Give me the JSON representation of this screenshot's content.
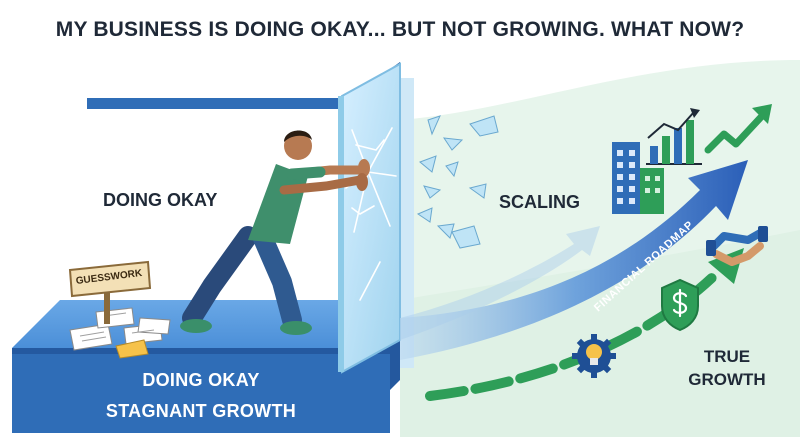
{
  "headline": "MY BUSINESS IS DOING OKAY... BUT NOT GROWING. WHAT NOW?",
  "left_label": "DOING OKAY",
  "right_label": "SCALING",
  "roadmap_label": "FINANCIAL ROADMAP",
  "growth_label": [
    "TRUE",
    "GROWTH"
  ],
  "base_labels": [
    "DOING OKAY",
    "STAGNANT GROWTH"
  ],
  "sign_label": "GUESSWORK",
  "icons": [
    "person-pushing-icon",
    "cracked-glass-icon",
    "office-building-icon",
    "bar-chart-icon",
    "trend-arrow-icon",
    "handshake-icon",
    "shield-dollar-icon",
    "lightbulb-gear-icon"
  ],
  "colors": {
    "platform_blue": "#2f6db7",
    "platform_top": "#5f9fe3",
    "roadmap_blue": "#2b5fb8",
    "growth_green": "#2e9e58",
    "mint_background": "#e7f5ec",
    "text_dark": "#1f2937"
  }
}
